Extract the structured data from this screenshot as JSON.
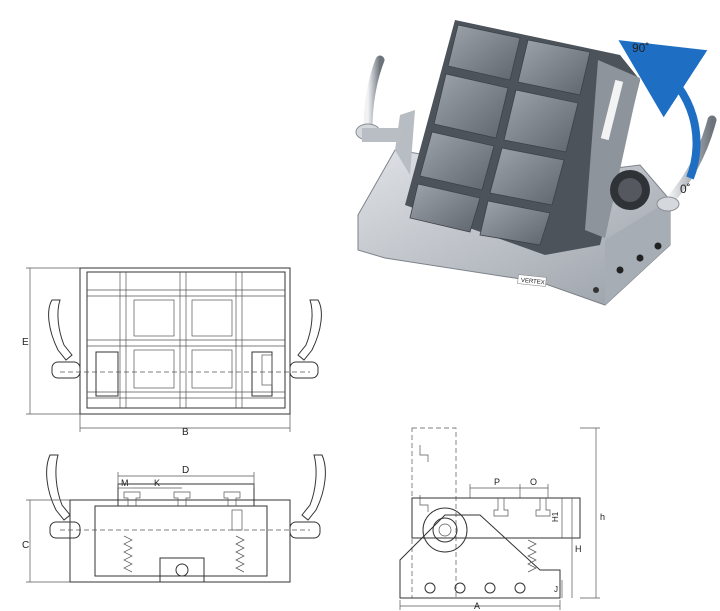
{
  "photo": {
    "angle_top": "90˚",
    "angle_bottom": "0˚",
    "brand_plate": "VERTEX"
  },
  "top_view": {
    "label_E": "E",
    "label_B": "B"
  },
  "front_view": {
    "label_C": "C",
    "label_D": "D",
    "label_M": "M",
    "label_K": "K"
  },
  "side_view": {
    "label_P": "P",
    "label_O": "O",
    "label_H": "H",
    "label_h": "h",
    "label_H1": "H1",
    "label_J": "J",
    "label_A": "A"
  },
  "colors": {
    "arrow": "#1e6fc4",
    "metal_dark": "#5a5f66",
    "metal_light": "#c8ccd1"
  }
}
